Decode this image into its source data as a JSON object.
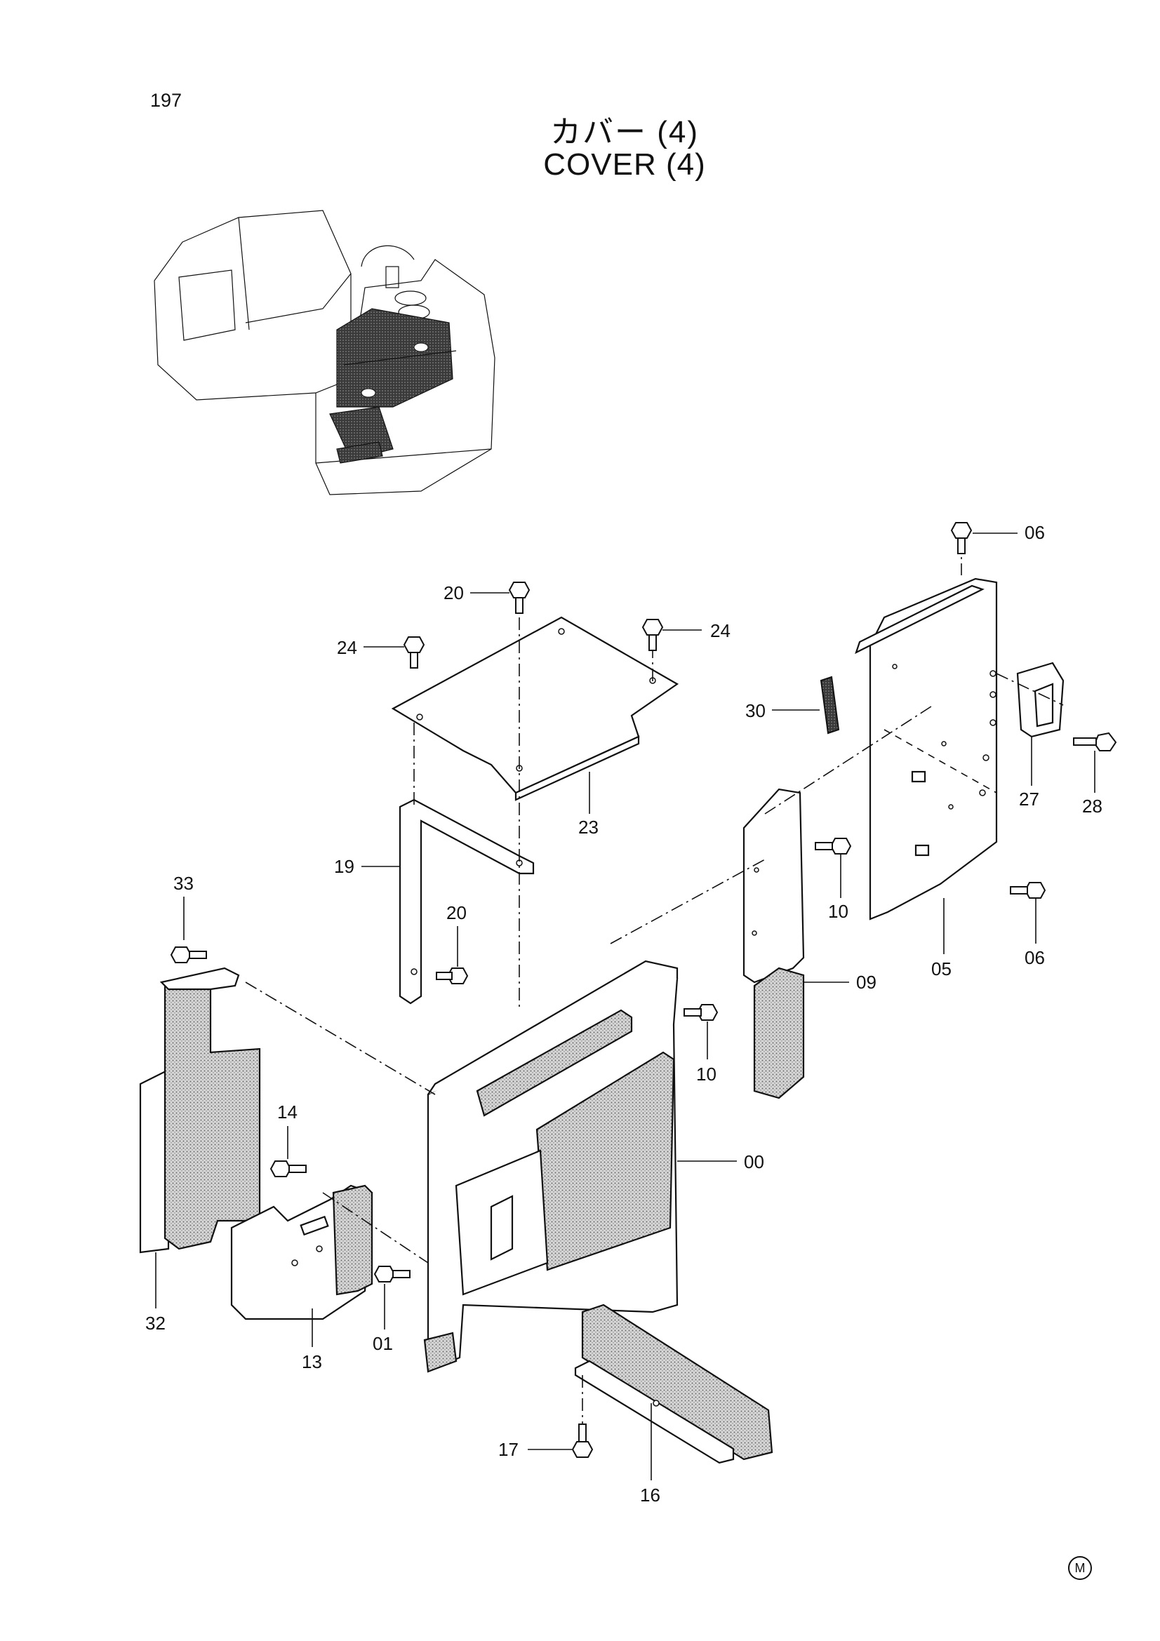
{
  "page_number": "197",
  "title_jp": "カバー (4)",
  "title_en": "COVER (4)",
  "corner_mark": "M",
  "labels": {
    "p06_top": "06",
    "p20_top": "20",
    "p24_left": "24",
    "p24_right": "24",
    "p30": "30",
    "p27": "27",
    "p28": "28",
    "p23": "23",
    "p19": "19",
    "p10_right": "10",
    "p05": "05",
    "p06_bottom": "06",
    "p33": "33",
    "p20_mid": "20",
    "p09": "09",
    "p10_mid": "10",
    "p00": "00",
    "p14": "14",
    "p32": "32",
    "p13": "13",
    "p01": "01",
    "p17": "17",
    "p16": "16"
  }
}
